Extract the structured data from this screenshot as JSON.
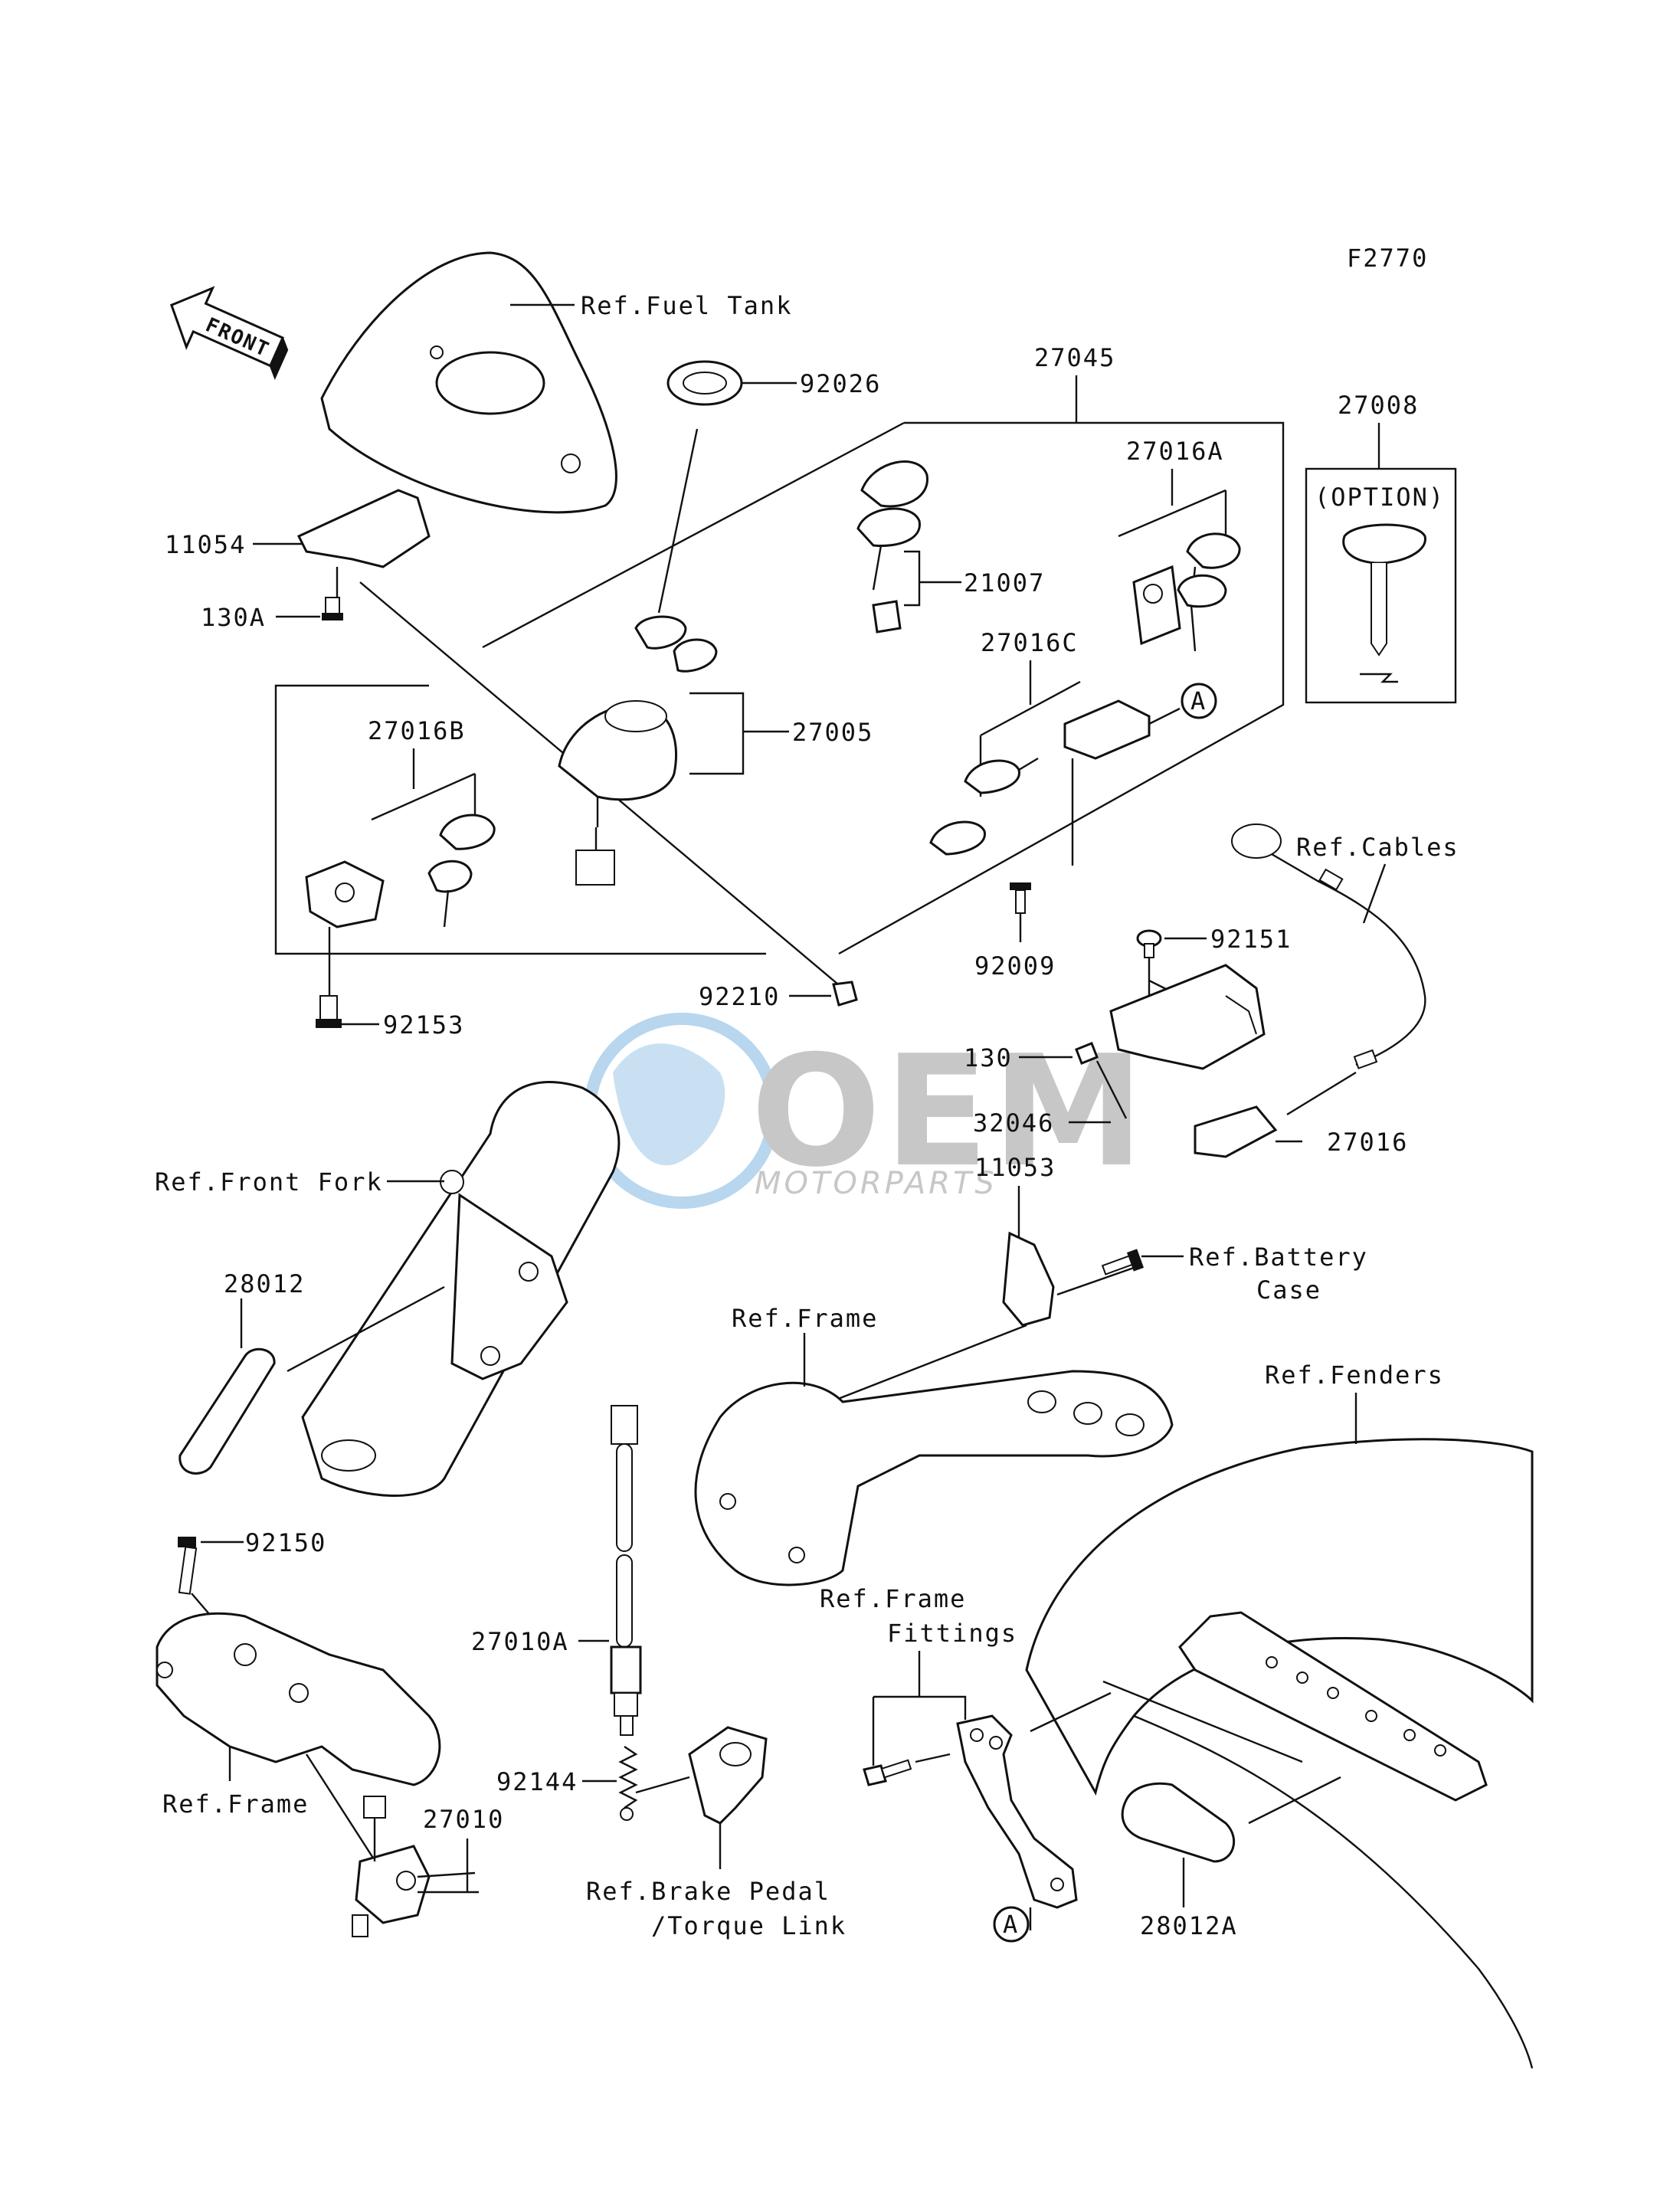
{
  "figure_code": "F2770",
  "front_arrow": "FRONT",
  "watermark": {
    "brand": "OEM",
    "sub": "MOTORPARTS"
  },
  "labels": {
    "fuel_tank": "Ref.Fuel Tank",
    "p92026": "92026",
    "p27045": "27045",
    "p27008": "27008",
    "option": "(OPTION)",
    "p27016A": "27016A",
    "p11054": "11054",
    "p130A": "130A",
    "p21007": "21007",
    "p27005": "27005",
    "p27016C": "27016C",
    "p27016B": "27016B",
    "circleA": "A",
    "cables": "Ref.Cables",
    "p92009": "92009",
    "p92151": "92151",
    "p92153": "92153",
    "p92210": "92210",
    "p130": "130",
    "p32046": "32046",
    "p27016": "27016",
    "p11053": "11053",
    "front_fork": "Ref.Front Fork",
    "battery_1": "Ref.Battery",
    "battery_2": "Case",
    "p28012": "28012",
    "frame_top": "Ref.Frame",
    "fenders": "Ref.Fenders",
    "p92150": "92150",
    "p27010A": "27010A",
    "frame_fittings_1": "Ref.Frame",
    "frame_fittings_2": "Fittings",
    "p92144": "92144",
    "frame_left": "Ref.Frame",
    "p27010": "27010",
    "brake_1": "Ref.Brake Pedal",
    "brake_2": "/Torque Link",
    "circleA2": "A",
    "p28012A": "28012A"
  }
}
